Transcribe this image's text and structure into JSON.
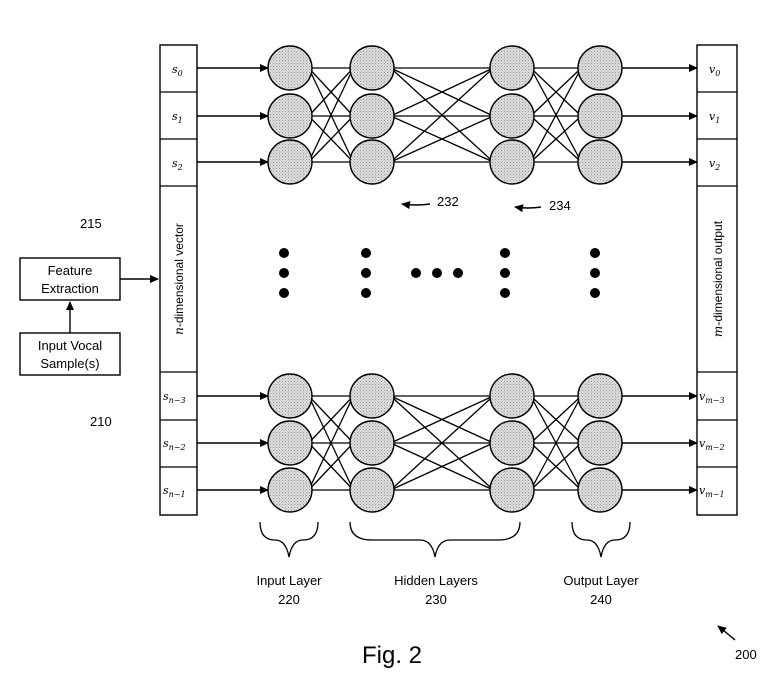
{
  "figure": {
    "caption": "Fig. 2",
    "number": "200"
  },
  "input_block": {
    "feature_extraction": {
      "line1": "Feature",
      "line2": "Extraction",
      "ref": "215"
    },
    "vocal_sample": {
      "line1": "Input Vocal",
      "line2": "Sample(s)",
      "ref": "210"
    }
  },
  "input_vector": {
    "label_var": "n",
    "label_text": "-dimensional vector",
    "top_cells": [
      {
        "base": "s",
        "sub": "0"
      },
      {
        "base": "s",
        "sub": "1"
      },
      {
        "base": "s",
        "sub": "2"
      }
    ],
    "bottom_cells": [
      {
        "base": "s",
        "sub": "n−3"
      },
      {
        "base": "s",
        "sub": "n−2"
      },
      {
        "base": "s",
        "sub": "n−1"
      }
    ]
  },
  "output_vector": {
    "label_var": "m",
    "label_text": "-dimensional output",
    "top_cells": [
      {
        "base": "v",
        "sub": "0"
      },
      {
        "base": "v",
        "sub": "1"
      },
      {
        "base": "v",
        "sub": "2"
      }
    ],
    "bottom_cells": [
      {
        "base": "v",
        "sub": "m−3"
      },
      {
        "base": "v",
        "sub": "m−2"
      },
      {
        "base": "v",
        "sub": "m−1"
      }
    ]
  },
  "layers": {
    "input": {
      "name": "Input Layer",
      "ref": "220"
    },
    "hidden": {
      "name": "Hidden Layers",
      "ref": "230"
    },
    "output": {
      "name": "Output Layer",
      "ref": "240"
    }
  },
  "callouts": {
    "hidden_ref_a": "232",
    "hidden_ref_b": "234"
  },
  "colors": {
    "node_fill": "#d4d4d4",
    "line": "#000000"
  }
}
